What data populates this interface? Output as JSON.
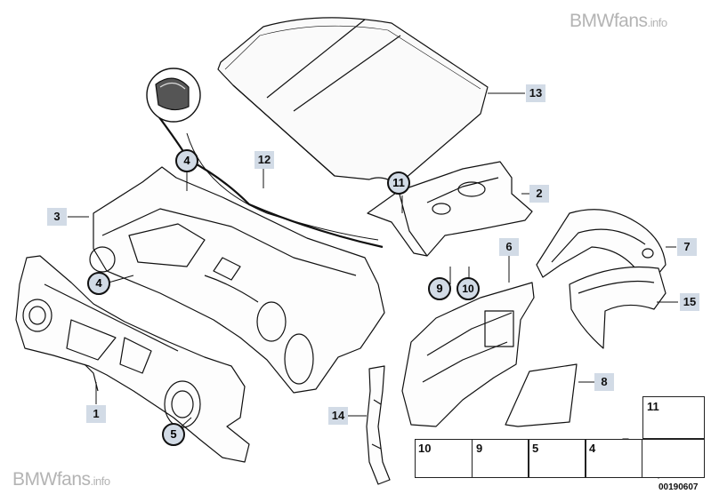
{
  "watermark": {
    "top_brand": "BMWfans",
    "top_suffix": ".info",
    "bottom_brand": "BMWfans",
    "bottom_suffix": ".info"
  },
  "callouts": {
    "c1": "1",
    "c2": "2",
    "c3": "3",
    "c4a": "4",
    "c4b": "4",
    "c5": "5",
    "c6": "6",
    "c7": "7",
    "c8": "8",
    "c9": "9",
    "c10": "10",
    "c11": "11",
    "c12": "12",
    "c13": "13",
    "c14": "14",
    "c15": "15"
  },
  "legend": {
    "l11": "11",
    "l10": "10",
    "l9": "9",
    "l5": "5",
    "l4": "4"
  },
  "diagram_number": "00190607",
  "colors": {
    "callout_bg": "#d2dbe6",
    "line": "#111111",
    "watermark": "#b4b4b4"
  }
}
